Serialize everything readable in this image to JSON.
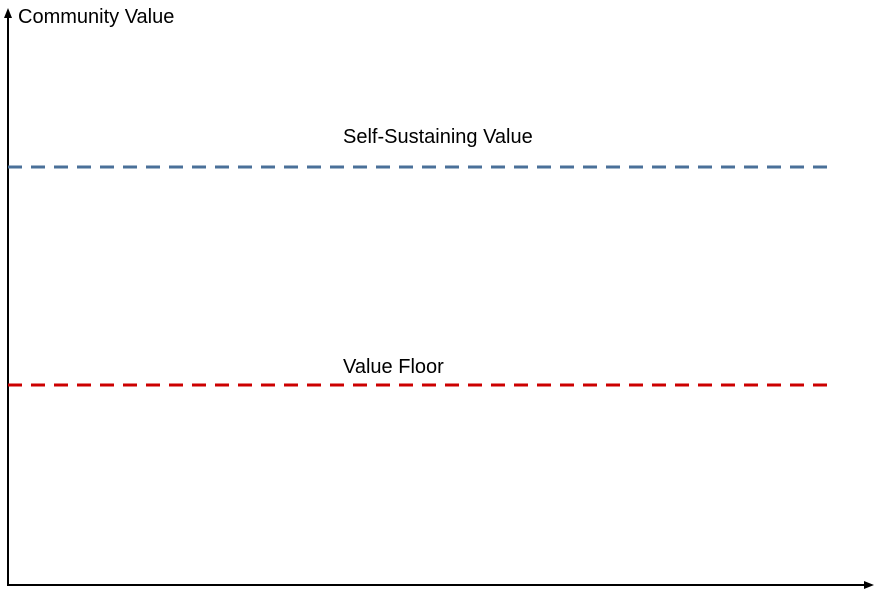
{
  "y_axis_label": "Community Value",
  "lines": [
    {
      "label": "Self-Sustaining Value",
      "color": "#4a7099",
      "style": "dashed"
    },
    {
      "label": "Value Floor",
      "color": "#cc0000",
      "style": "dashed"
    }
  ],
  "axis_color": "#000000"
}
